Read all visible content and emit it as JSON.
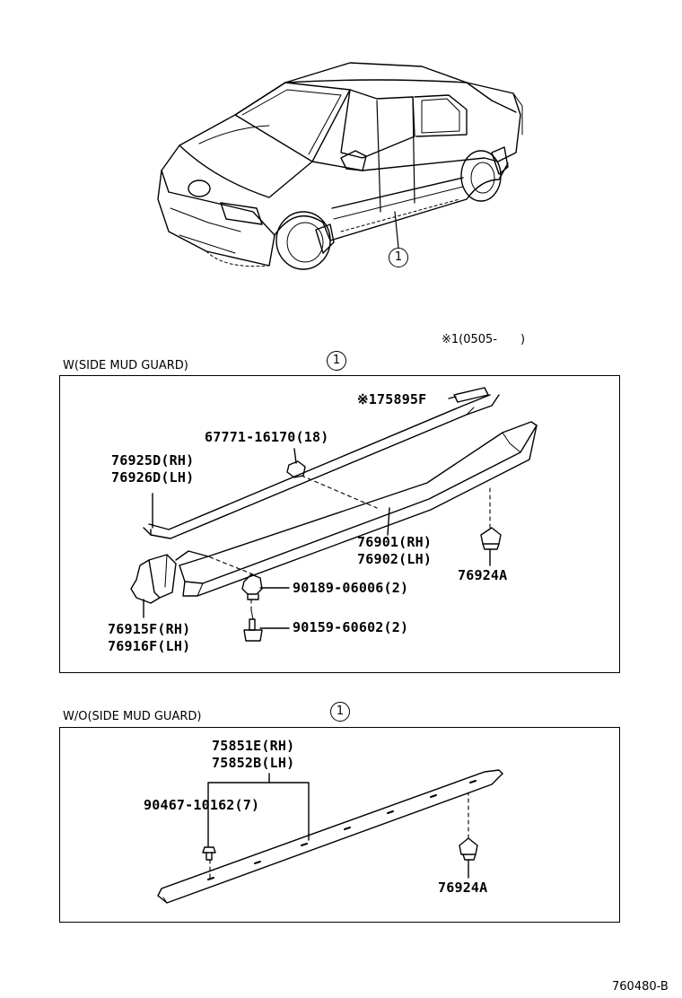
{
  "header_note": "※1(0505-　　)",
  "car_callout": "1",
  "section_with": {
    "title": "W(SIDE MUD GUARD)",
    "callout": "1",
    "labels": {
      "tape_part": "※175895F",
      "clip_part": "67771-16170(18)",
      "moulding_rh": "76925D(RH)",
      "moulding_lh": "76926D(LH)",
      "rocker_rh": "76901(RH)",
      "rocker_lh": "76902(LH)",
      "nut_part": "76924A",
      "screw_grommet": "90189-06006(2)",
      "screw_part": "90159-60602(2)",
      "guard_rh": "76915F(RH)",
      "guard_lh": "76916F(LH)"
    }
  },
  "section_without": {
    "title": "W/O(SIDE MUD GUARD)",
    "callout": "1",
    "labels": {
      "moulding_rh": "75851E(RH)",
      "moulding_lh": "75852B(LH)",
      "clip_part": "90467-10162(7)",
      "nut_part": "76924A"
    }
  },
  "figure_id": "760480-B"
}
